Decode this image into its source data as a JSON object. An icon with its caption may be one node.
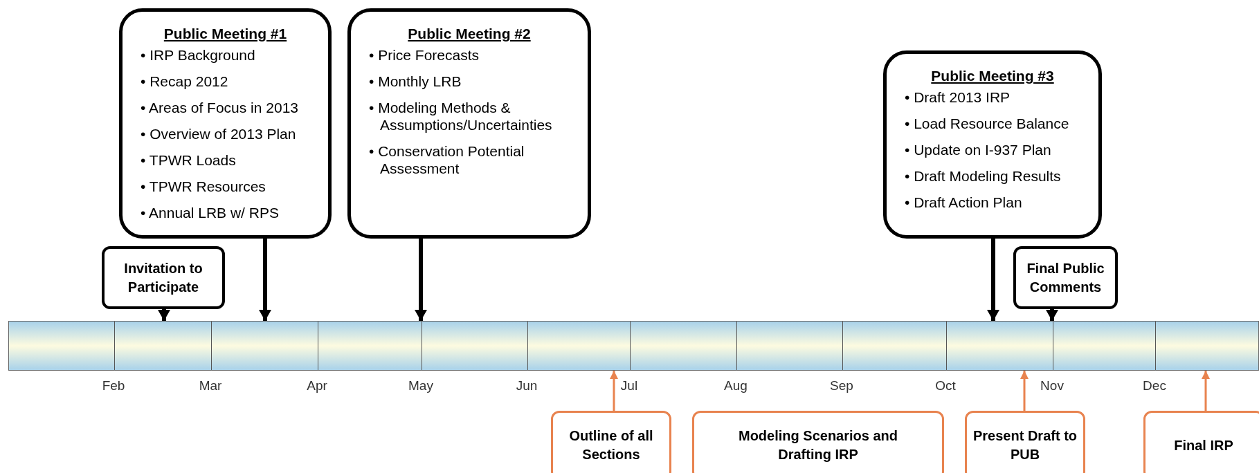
{
  "diagram": {
    "nodes": [
      {
        "text": [
          "Public Meeting #1",
          "• IRP Background",
          "• Recap 2012",
          "• Areas of Focus in 2013",
          "• Overview of 2013 Plan",
          "• TPWR Loads",
          "• TPWR Resources",
          "• Annual LRB w/ RPS"
        ]
      },
      {
        "text": [
          "Public Meeting #2",
          "• Price Forecasts",
          "• Monthly LRB",
          "• Modeling Methods & Assumptions/Uncertainties",
          "• Conservation Potential Assessment"
        ]
      },
      {
        "text": [
          "Public Meeting #3",
          "• Draft 2013 IRP",
          "• Load Resource Balance",
          "• Update on I-937 Plan",
          "• Draft Modeling Results",
          "• Draft Action Plan"
        ]
      },
      {
        "text": [
          "Invitation to Participate"
        ]
      },
      {
        "text": [
          "Final Public Comments"
        ]
      },
      {
        "text": [],
        "shape": "bar"
      },
      {
        "text": [
          "Outline of all Sections"
        ]
      },
      {
        "text": [
          "Modeling Scenarios and Drafting IRP"
        ]
      },
      {
        "text": [
          "Present Draft to PUB"
        ]
      },
      {
        "text": [
          "Final IRP"
        ]
      }
    ],
    "edges": [
      {
        "from": 0,
        "to": 5,
        "arrow": "to"
      },
      {
        "from": 1,
        "to": 5,
        "arrow": "to"
      },
      {
        "from": 2,
        "to": 5,
        "arrow": "to"
      },
      {
        "from": 3,
        "to": 5,
        "arrow": "to"
      },
      {
        "from": 4,
        "to": 5,
        "arrow": "to"
      },
      {
        "from": 6,
        "to": 5,
        "arrow": "to",
        "color": "#e8834f"
      },
      {
        "from": 8,
        "to": 5,
        "arrow": "to",
        "color": "#e8834f"
      },
      {
        "from": 9,
        "to": 5,
        "arrow": "to",
        "color": "#e8834f"
      }
    ],
    "labels": [
      "Feb",
      "Mar",
      "Apr",
      "May",
      "Jun",
      "Jul",
      "Aug",
      "Sep",
      "Oct",
      "Nov",
      "Dec"
    ]
  }
}
